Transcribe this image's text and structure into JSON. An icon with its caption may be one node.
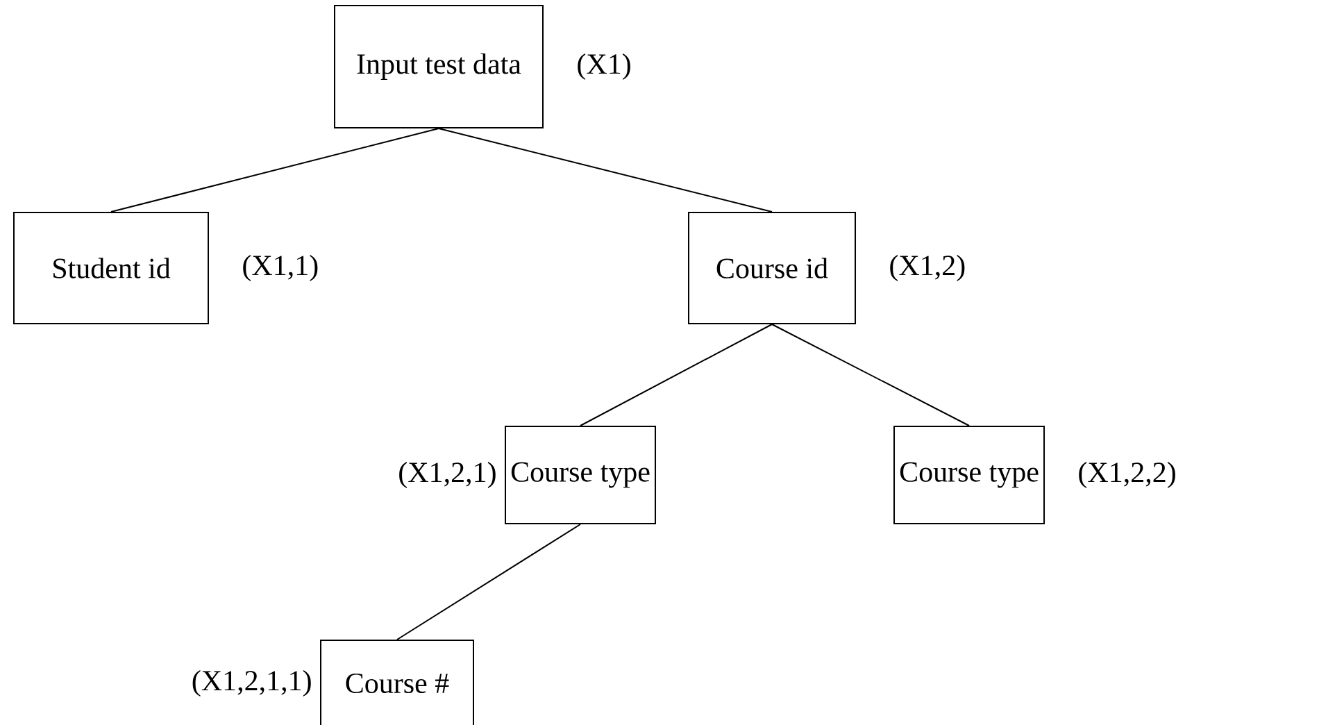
{
  "diagram": {
    "nodes": [
      {
        "text": [
          "Input test data"
        ],
        "beside": [
          "(X1)"
        ]
      },
      {
        "text": [
          "Student id"
        ],
        "beside": [
          "(X1,1)"
        ]
      },
      {
        "text": [
          "Course id"
        ],
        "beside": [
          "(X1,2)"
        ]
      },
      {
        "text": [
          "Course type"
        ],
        "beside": [
          "(X1,2,1)"
        ]
      },
      {
        "text": [
          "Course type"
        ],
        "beside": [
          "(X1,2,2)"
        ]
      },
      {
        "text": [
          "Course #"
        ],
        "beside": [
          "(X1,2,1,1)"
        ]
      }
    ],
    "edges": [
      {
        "from": 0,
        "to": 1,
        "arrow": "none"
      },
      {
        "from": 0,
        "to": 2,
        "arrow": "none"
      },
      {
        "from": 2,
        "to": 3,
        "arrow": "none"
      },
      {
        "from": 2,
        "to": 4,
        "arrow": "none"
      },
      {
        "from": 3,
        "to": 5,
        "arrow": "none"
      }
    ]
  }
}
